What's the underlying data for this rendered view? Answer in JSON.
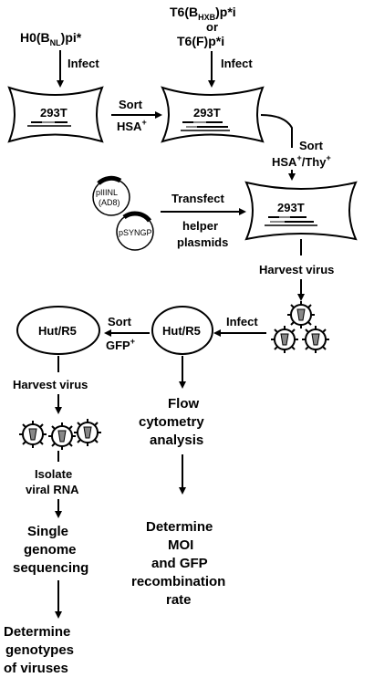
{
  "inputs": {
    "h0_main": "H0(B",
    "h0_sub": "NL",
    "h0_end": ")pi*",
    "t6_main": "T6(B",
    "t6_sub": "HXB",
    "t6_end": ")p*i",
    "or": "or",
    "t6f": "T6(F)p*i"
  },
  "steps": {
    "infect": "Infect",
    "sort": "Sort",
    "hsa": "HSA",
    "plus": "+",
    "hsa_thy_a": "HSA",
    "hsa_thy_b": "/Thy",
    "transfect": "Transfect",
    "helper1": "helper",
    "helper2": "plasmids",
    "harvest": "Harvest virus",
    "gfp": "GFP",
    "isolate1": "Isolate",
    "isolate2": "viral RNA",
    "single1": "Single",
    "single2": "genome",
    "single3": "sequencing",
    "det1": "Determine",
    "det2": "genotypes",
    "det3": "of viruses",
    "flow1": "Flow",
    "flow2": "cytometry",
    "flow3": "analysis",
    "moi1": "Determine",
    "moi2": "MOI",
    "moi3": "and GFP",
    "moi4": "recombination",
    "moi5": "rate"
  },
  "cells": {
    "c293t": "293T",
    "hut": "Hut/R5"
  },
  "plasmids": {
    "p1a": "pIIINL",
    "p1b": "(AD8)",
    "p2": "pSYNGP"
  }
}
